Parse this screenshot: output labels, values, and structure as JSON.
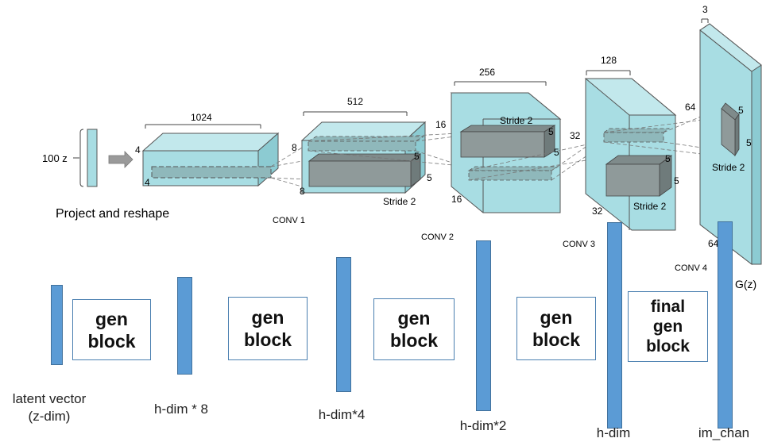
{
  "diagram": {
    "input_label": "100 z",
    "project_label": "Project and reshape",
    "layer1": {
      "width": "1024",
      "h": "4",
      "w": "4"
    },
    "conv1": {
      "name": "CONV 1",
      "width": "512",
      "h": "8",
      "w": "8",
      "k1": "5",
      "k2": "5",
      "stride": "Stride 2"
    },
    "conv2": {
      "name": "CONV 2",
      "width": "256",
      "h": "16",
      "w": "16",
      "k1": "5",
      "k2": "5",
      "stride": "Stride 2"
    },
    "conv3": {
      "name": "CONV 3",
      "width": "128",
      "h": "32",
      "w": "32",
      "k1": "5",
      "k2": "5",
      "stride": "Stride 2"
    },
    "conv4": {
      "name": "CONV 4",
      "width": "3",
      "h": "64",
      "w": "64",
      "k1": "5",
      "k2": "5",
      "stride": "Stride 2"
    },
    "output_label": "G(z)"
  },
  "blocks": {
    "gen1": [
      "gen",
      "block"
    ],
    "gen2": [
      "gen",
      "block"
    ],
    "gen3": [
      "gen",
      "block"
    ],
    "gen4": [
      "gen",
      "block"
    ],
    "final": [
      "final",
      "gen",
      "block"
    ]
  },
  "bars": {
    "latent": [
      "latent vector",
      "(z-dim)"
    ],
    "h8": "h-dim  * 8",
    "h4": "h-dim*4",
    "h2": "h-dim*2",
    "h1": "h-dim",
    "im": "im_chan"
  },
  "colors": {
    "cube_fill": "#a8dde3",
    "cube_top": "#c2e8ec",
    "cube_side": "#8ccbd2",
    "inner": "#8f9a9a",
    "bar": "#5b9bd5",
    "box_border": "#4a7fb0"
  }
}
